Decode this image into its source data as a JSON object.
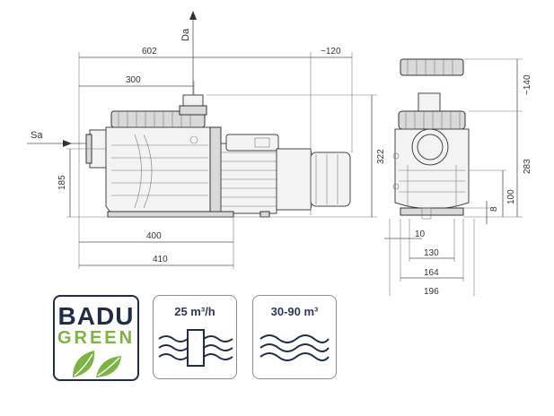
{
  "drawing": {
    "dimensions": {
      "overall_length": "602",
      "motor_cap": "~120",
      "suction_to_outlet": "300",
      "suction_height": "185",
      "total_height_side": "322",
      "base_length": "400",
      "foot_length": "410",
      "top_cap": "~140",
      "total_height_front": "283",
      "base_height": "100",
      "foot_thickness": "8",
      "foot_slot": "10",
      "mount_width": "130",
      "foot_width": "164",
      "overall_width": "196"
    },
    "labels": {
      "suction": "Sa",
      "discharge": "Da"
    }
  },
  "badges": {
    "logo": {
      "brand": "BADU",
      "sub": "GREEN"
    },
    "flow_rate": "25 m³/h",
    "pool_volume": "30-90 m³"
  },
  "colors": {
    "logo_navy": "#1f2d4a",
    "logo_green": "#7cb342"
  }
}
